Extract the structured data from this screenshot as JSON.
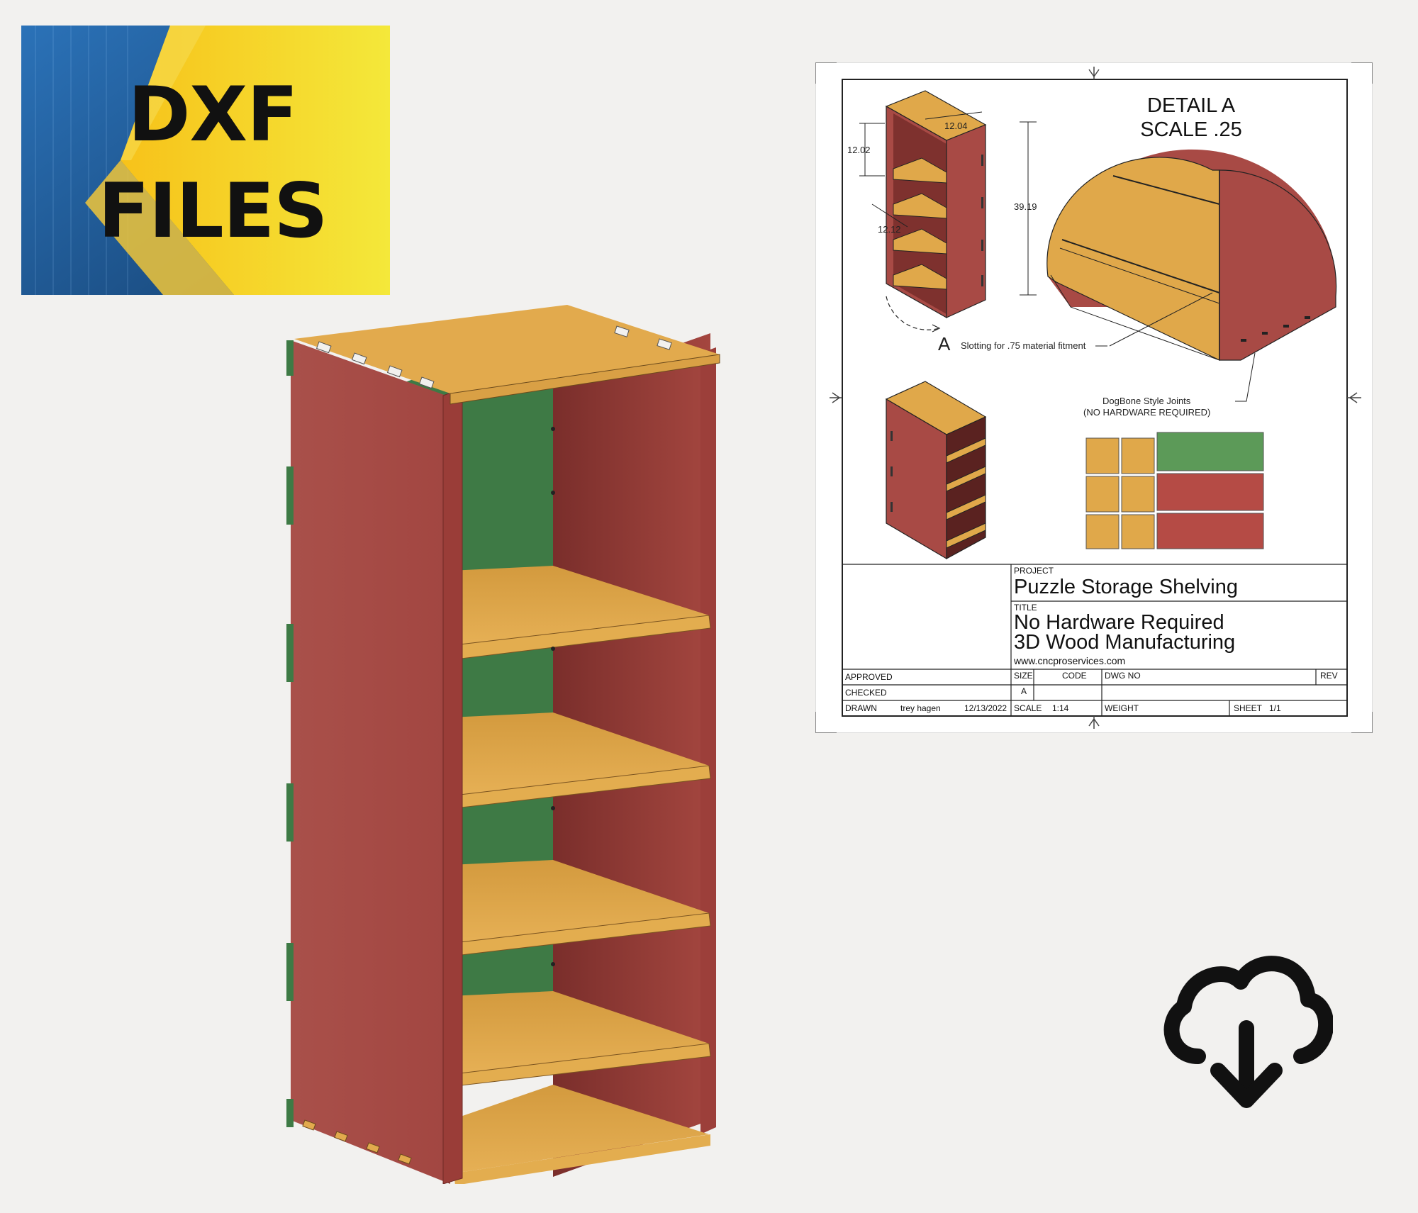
{
  "badge": {
    "line1": "DXF",
    "line2": "FILES",
    "colors": {
      "yellow": "#f4dd2b",
      "blue": "#1e5fa6",
      "text": "#111111"
    }
  },
  "drawing": {
    "detail_title_line1": "DETAIL A",
    "detail_title_line2": "SCALE .25",
    "detail_label": "A",
    "dimensions": [
      "12.04",
      "12.02",
      "39.19",
      "12.12"
    ],
    "notes": {
      "slotting": "Slotting for .75 material fitment",
      "dogbone_line1": "DogBone Style Joints",
      "dogbone_line2": "(NO HARDWARE REQUIRED)"
    },
    "title_block": {
      "project_label": "PROJECT",
      "project_value": "Puzzle Storage Shelving",
      "title_label": "TITLE",
      "title_line1": "No Hardware Required",
      "title_line2": "3D Wood Manufacturing",
      "website": "www.cncproservices.com",
      "approved_label": "APPROVED",
      "checked_label": "CHECKED",
      "drawn_label": "DRAWN",
      "drawn_by": "trey hagen",
      "drawn_date": "12/13/2022",
      "size_label": "SIZE",
      "size_value": "A",
      "code_label": "CODE",
      "dwg_label": "DWG NO",
      "rev_label": "REV",
      "scale_label": "SCALE",
      "scale_value": "1:14",
      "weight_label": "WEIGHT",
      "sheet_label": "SHEET",
      "sheet_value": "1/1"
    }
  },
  "colors": {
    "red_panel": "#a84a45",
    "red_dark": "#7e312e",
    "wood": "#e0a84a",
    "wood_edge": "#c98d34",
    "green_back": "#3e7a45",
    "background": "#f2f1ef"
  },
  "icons": {
    "download": "cloud-download-icon"
  }
}
